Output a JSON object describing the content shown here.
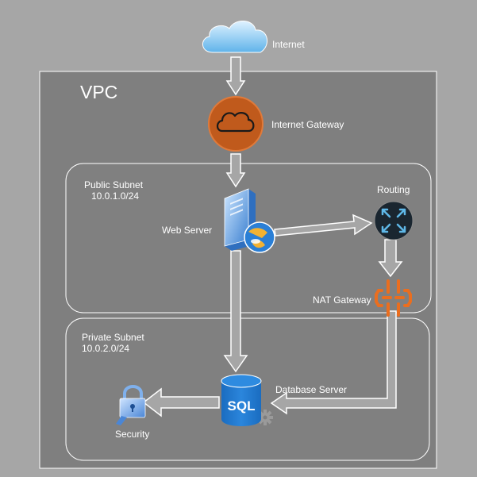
{
  "vpc": {
    "title": "VPC"
  },
  "nodes": {
    "internet": {
      "label": "Internet",
      "icon": "cloud-icon"
    },
    "internet_gateway": {
      "label": "Internet Gateway",
      "icon": "cloud-icon"
    },
    "web_server": {
      "label": "Web Server",
      "icon": "server-icon"
    },
    "routing": {
      "label": "Routing",
      "icon": "router-icon"
    },
    "nat_gateway": {
      "label": "NAT Gateway",
      "icon": "nat-gateway-icon"
    },
    "database_server": {
      "label": "Database Server",
      "icon": "sql-database-icon",
      "icon_text": "SQL"
    },
    "security": {
      "label": "Security",
      "icon": "lock-icon"
    }
  },
  "subnets": {
    "public": {
      "name": "Public Subnet",
      "cidr": "10.0.1.0/24"
    },
    "private": {
      "name": "Private Subnet",
      "cidr": "10.0.2.0/24"
    }
  },
  "colors": {
    "background": "#a6a6a6",
    "vpc_fill": "#7f7f7f",
    "gateway_orange": "#c05a1c",
    "nat_orange": "#ea6e1f",
    "sql_blue": "#1f73c9",
    "router_dark": "#1a2630",
    "router_arrows": "#5fb8e8"
  }
}
